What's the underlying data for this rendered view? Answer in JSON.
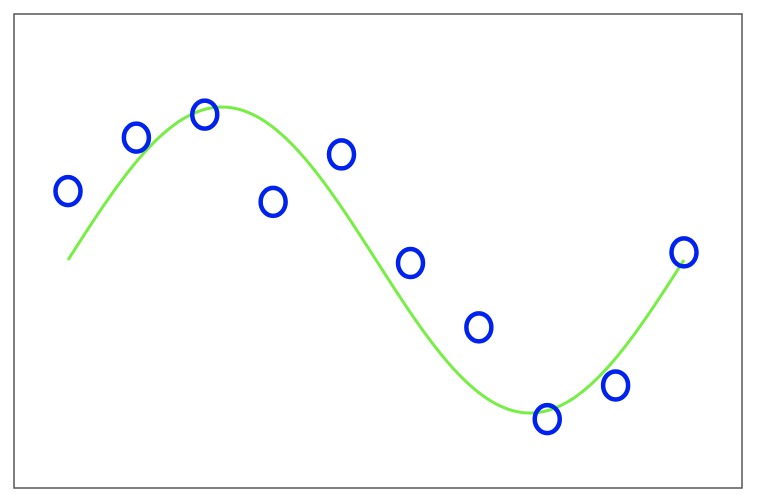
{
  "chart_data": {
    "type": "scatter",
    "title": "",
    "xlabel": "",
    "ylabel": "",
    "grid": false,
    "legend": "none",
    "xlim": [
      0,
      1
    ],
    "ylim": [
      -1.55,
      1.55
    ],
    "series": [
      {
        "kind": "points",
        "marker": "hollow-circle",
        "color": "#0022ee",
        "x": [
          0.0,
          0.111,
          0.222,
          0.333,
          0.444,
          0.556,
          0.667,
          0.778,
          0.889,
          1.0
        ],
        "y": [
          0.45,
          0.8,
          0.95,
          0.38,
          0.69,
          -0.02,
          -0.44,
          -1.04,
          -0.82,
          0.05
        ]
      },
      {
        "kind": "line",
        "color": "#77ee44",
        "function": "sin(2*pi*x)",
        "x_range": [
          0,
          1
        ]
      }
    ]
  }
}
